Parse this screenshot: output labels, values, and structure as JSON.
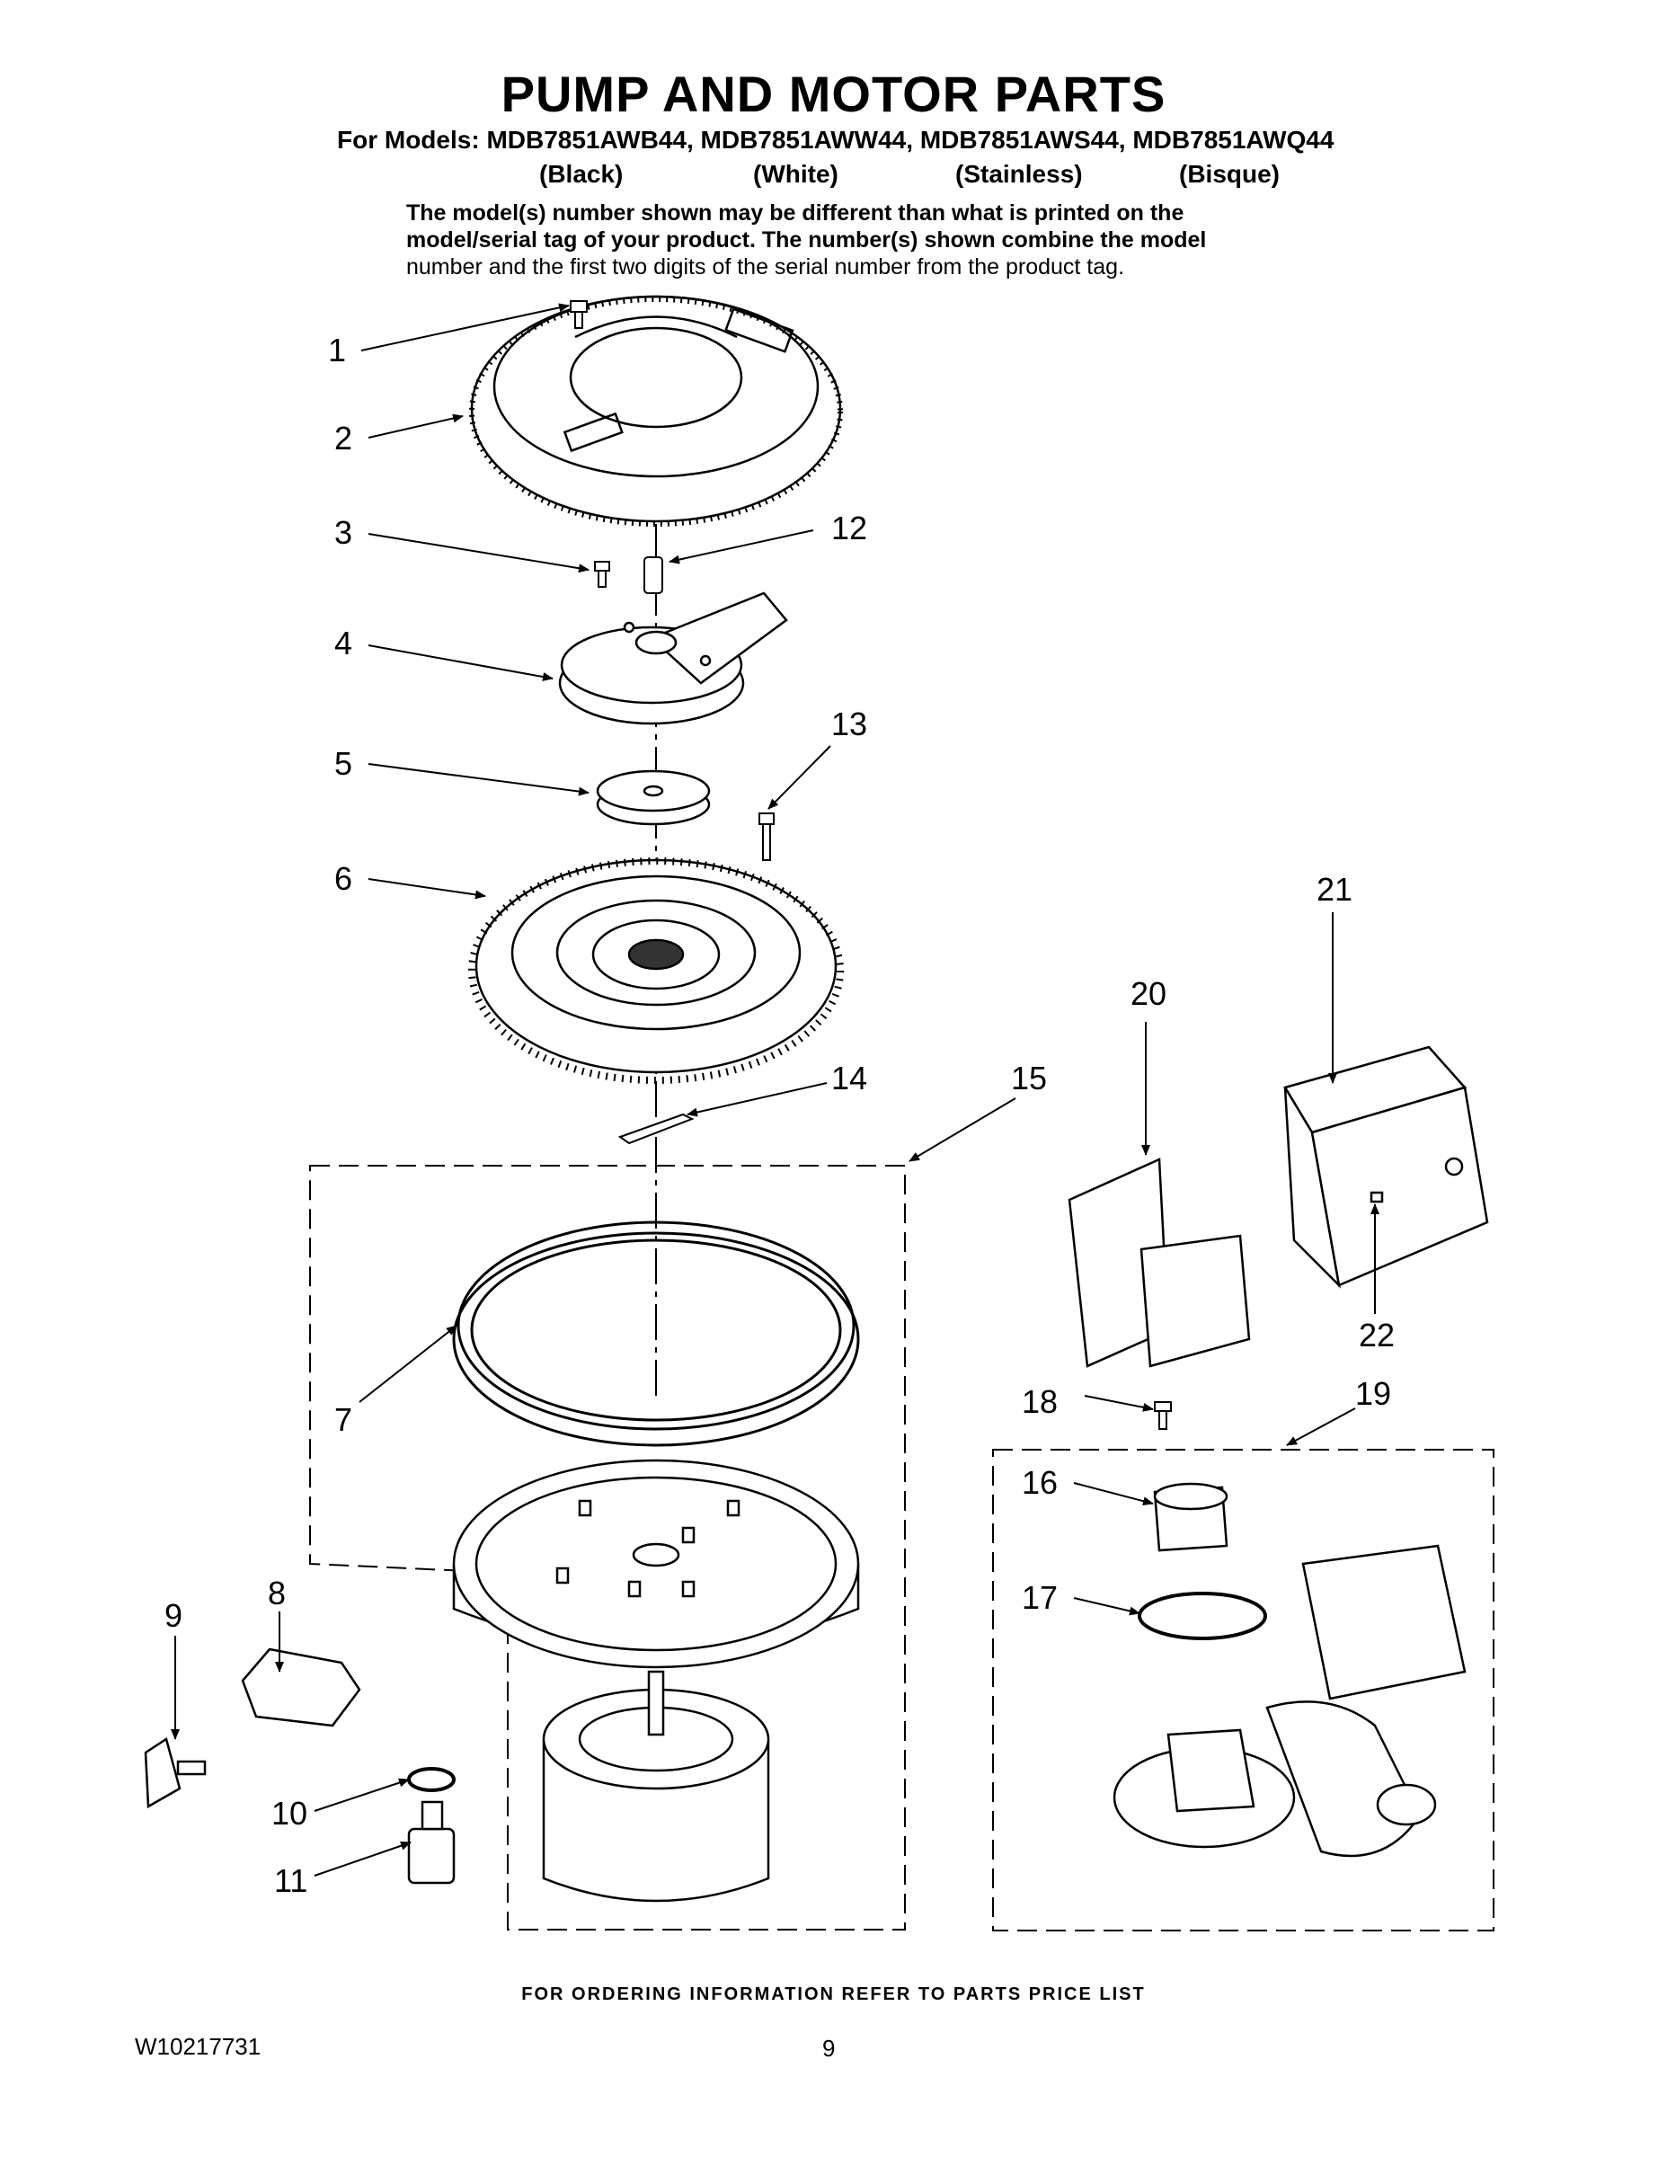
{
  "header": {
    "title": "PUMP AND MOTOR PARTS",
    "models": "For Models: MDB7851AWB44, MDB7851AWW44, MDB7851AWS44, MDB7851AWQ44",
    "colors": [
      "(Black)",
      "(White)",
      "(Stainless)",
      "(Bisque)"
    ],
    "note_lines": [
      "The model(s) number shown may be different than what is printed on the",
      "model/serial tag of your product. The number(s) shown combine the model",
      "number and the first two digits of the serial number from the product tag."
    ]
  },
  "callouts": [
    "1",
    "2",
    "3",
    "4",
    "5",
    "6",
    "7",
    "8",
    "9",
    "10",
    "11",
    "12",
    "13",
    "14",
    "15",
    "16",
    "17",
    "18",
    "19",
    "20",
    "21",
    "22"
  ],
  "footer": {
    "ordering": "FOR ORDERING INFORMATION REFER TO PARTS PRICE LIST",
    "doc_number": "W10217731",
    "page": "9"
  }
}
